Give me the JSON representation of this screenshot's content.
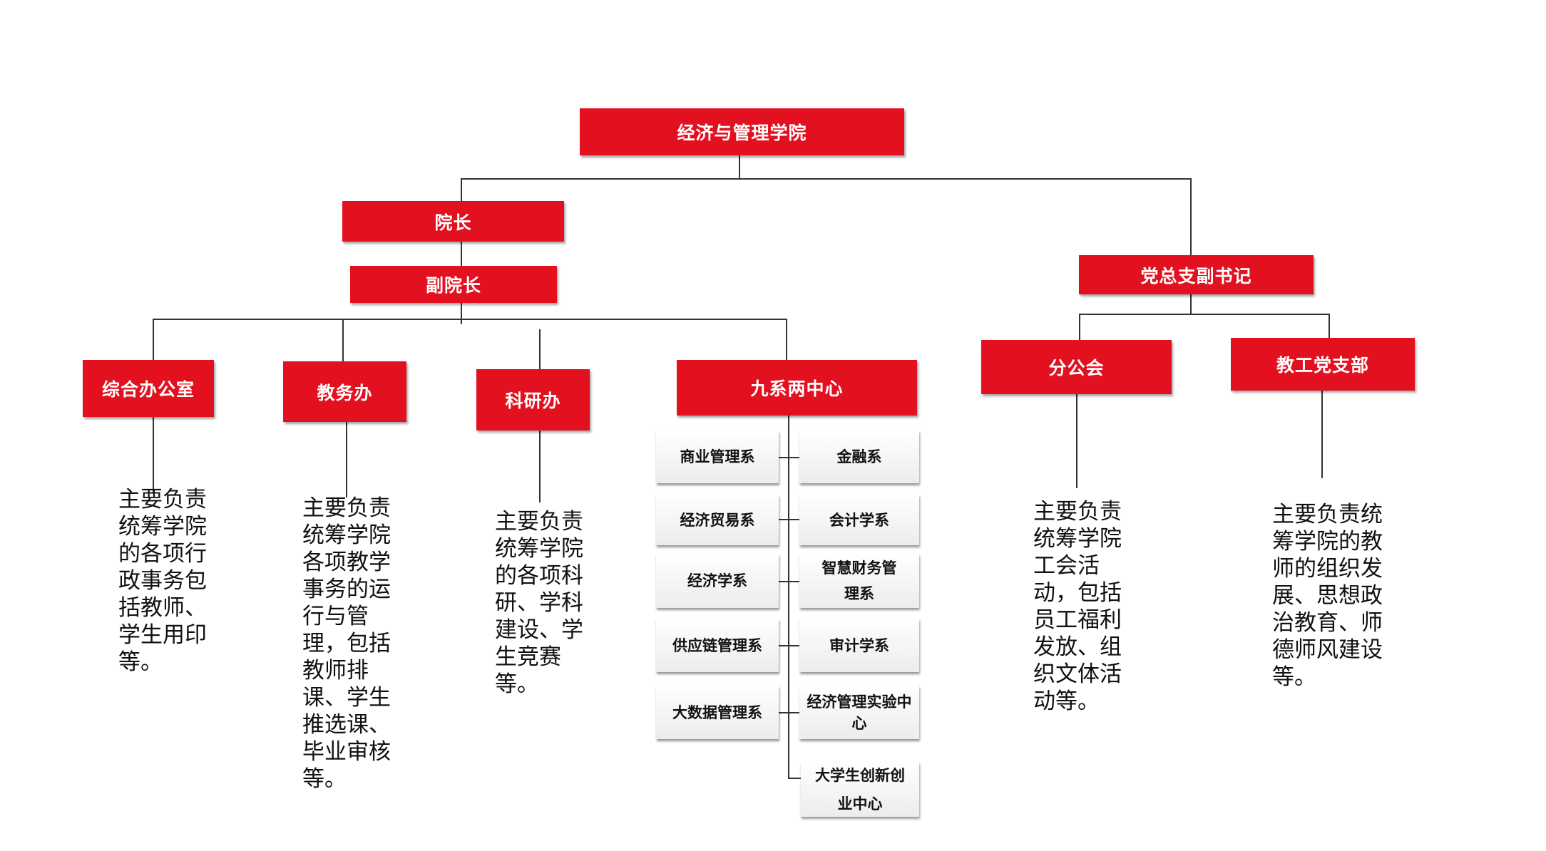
{
  "root": "经济与管理学院",
  "dean": "院长",
  "vice_dean": "副院长",
  "party_secretary": "党总支副书记",
  "offices": [
    {
      "label": "综合办公室",
      "desc": "主要负责统筹学院的各项行政事务包括教师、学生用印等。"
    },
    {
      "label": "教务办",
      "desc": "主要负责统筹学院各项教学事务的运行与管理，包括教师排课、学生推选课、毕业审核等。"
    },
    {
      "label": "科研办",
      "desc": "主要负责统筹学院的各项科研、学科建设、学生竞赛等。"
    }
  ],
  "departments_group": "九系两中心",
  "departments_left": [
    "商业管理系",
    "经济贸易系",
    "经济学系",
    "供应链管理系",
    "大数据管理系"
  ],
  "departments_right": [
    "金融系",
    "会计学系",
    "智慧财务管理系",
    "审计学系",
    "经济管理实验中心",
    "大学生创新创业中心"
  ],
  "party_units": [
    {
      "label": "分公会",
      "desc": "主要负责统筹学院工会活动，包括员工福利发放、组织文体活动等。"
    },
    {
      "label": "教工党支部",
      "desc": "主要负责统筹学院的教师的组织发展、思想政治教育、师德师风建设等。"
    }
  ]
}
